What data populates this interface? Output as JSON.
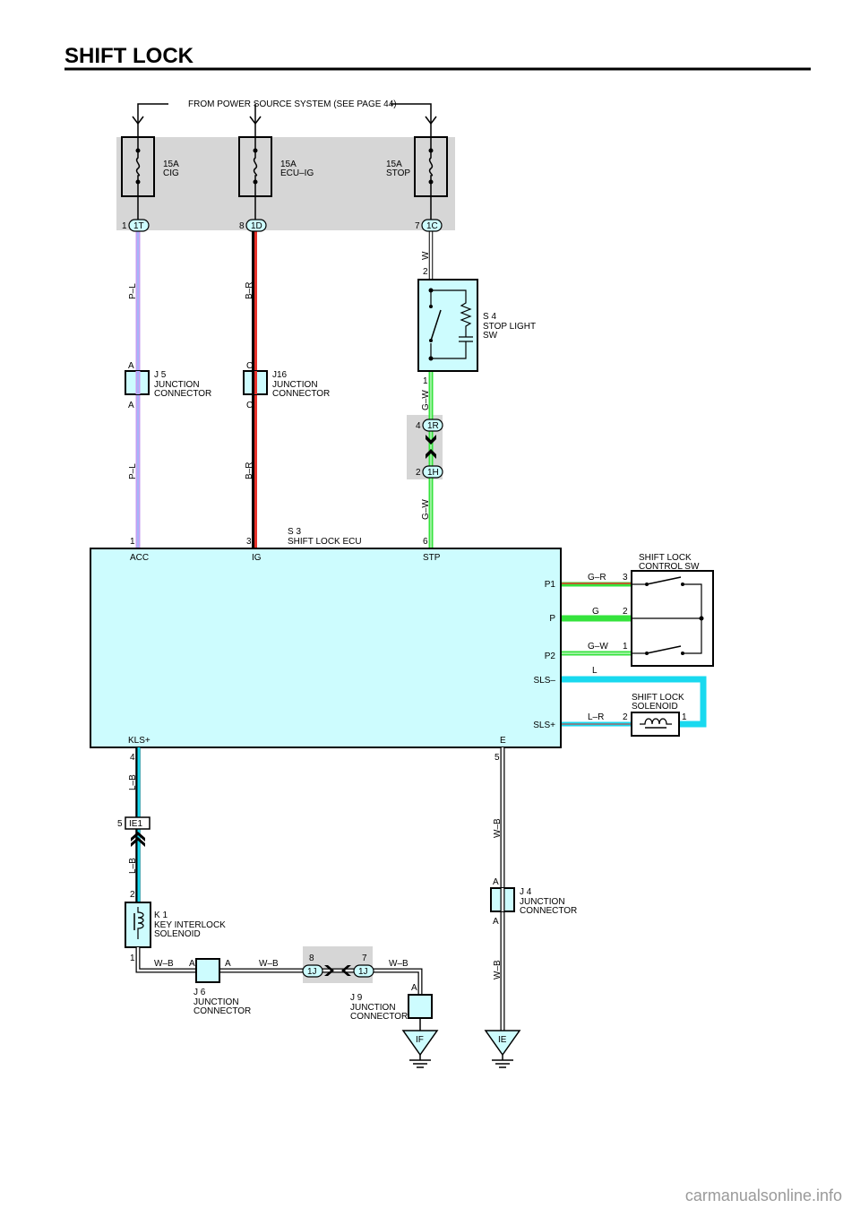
{
  "title": "SHIFT LOCK",
  "power_source_note": "FROM POWER SOURCE SYSTEM (SEE PAGE 44)",
  "fuses": [
    {
      "amp": "15A",
      "name": "CIG"
    },
    {
      "amp": "15A",
      "name": "ECU–IG"
    },
    {
      "amp": "15A",
      "name": "STOP"
    }
  ],
  "fuse_pins": [
    {
      "pin": "1",
      "conn": "1T"
    },
    {
      "pin": "8",
      "conn": "1D"
    },
    {
      "pin": "7",
      "conn": "1C"
    }
  ],
  "wires": {
    "p_l": "P–L",
    "b_r": "B–R",
    "w": "W",
    "g_w": "G–W",
    "l_b": "L–B",
    "w_b": "W–B",
    "g_r": "G–R",
    "g": "G",
    "l": "L",
    "l_r": "L–R"
  },
  "colors": {
    "p_l": "#c79cf0",
    "p_l_stripe": "#8fc8ff",
    "b_r_red": "#e8322b",
    "b_r_black": "#000000",
    "g_w_green": "#35e33c",
    "l_cyan": "#19d9ef",
    "gray_bg": "#d6d6d6",
    "component_fill": "#cdfcfe"
  },
  "stop_light_sw": {
    "code": "S 4",
    "name1": "STOP LIGHT",
    "name2": "SW",
    "pin_top": "2",
    "pin_bottom": "1"
  },
  "j5": {
    "code": "J 5",
    "name1": "JUNCTION",
    "name2": "CONNECTOR",
    "pin": "A"
  },
  "j16": {
    "code": "J16",
    "name1": "JUNCTION",
    "name2": "CONNECTOR",
    "pin": "C"
  },
  "conn_1r": {
    "pin": "4",
    "conn": "1R"
  },
  "conn_1h": {
    "pin": "2",
    "conn": "1H"
  },
  "ecu": {
    "code": "S 3",
    "name": "SHIFT LOCK ECU",
    "pins_top": [
      "1",
      "3",
      "6"
    ],
    "terms_top": [
      "ACC",
      "IG",
      "STP"
    ],
    "terms_right": [
      "P1",
      "P",
      "P2",
      "SLS–",
      "SLS+"
    ],
    "term_kls": "KLS+",
    "term_e": "E",
    "pin_kls": "4",
    "pin_e": "5"
  },
  "shift_lock_control_sw": {
    "name1": "SHIFT LOCK",
    "name2": "CONTROL SW",
    "pins": [
      "3",
      "2",
      "1"
    ]
  },
  "shift_lock_solenoid": {
    "name1": "SHIFT LOCK",
    "name2": "SOLENOID",
    "pin_left": "2",
    "pin_right": "1"
  },
  "ie1": {
    "pin": "5",
    "conn": "IE1"
  },
  "k1": {
    "code": "K 1",
    "name1": "KEY INTERLOCK",
    "name2": "SOLENOID",
    "pin_top": "2",
    "pin_bottom": "1"
  },
  "j6": {
    "code": "J 6",
    "name1": "JUNCTION",
    "name2": "CONNECTOR",
    "pin": "A"
  },
  "j9": {
    "code": "J 9",
    "name1": "JUNCTION",
    "name2": "CONNECTOR",
    "pin": "A"
  },
  "j4": {
    "code": "J 4",
    "name1": "JUNCTION",
    "name2": "CONNECTOR",
    "pin": "A"
  },
  "conn_1j": {
    "pin_left": "8",
    "pin_right": "7",
    "conn": "1J"
  },
  "grounds": [
    "IF",
    "IE"
  ],
  "watermark": "carmanualsonline.info"
}
